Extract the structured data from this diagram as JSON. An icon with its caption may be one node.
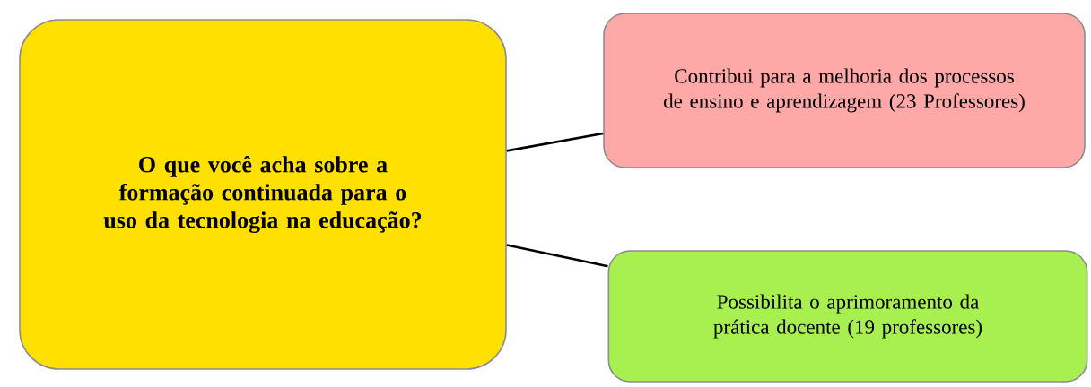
{
  "diagram": {
    "nodes": [
      {
        "text": [
          "O que você acha sobre a formação continuada para o uso da tecnologia na educação?"
        ]
      },
      {
        "text": [
          "Contribui para a melhoria dos processos de ensino e aprendizagem (23 Professores)"
        ]
      },
      {
        "text": [
          "Possibilita o aprimoramento da prática docente (19 professores)"
        ]
      }
    ],
    "edges": [
      {
        "from": 0,
        "to": 1,
        "arrow": "none"
      },
      {
        "from": 0,
        "to": 2,
        "arrow": "none"
      }
    ]
  }
}
